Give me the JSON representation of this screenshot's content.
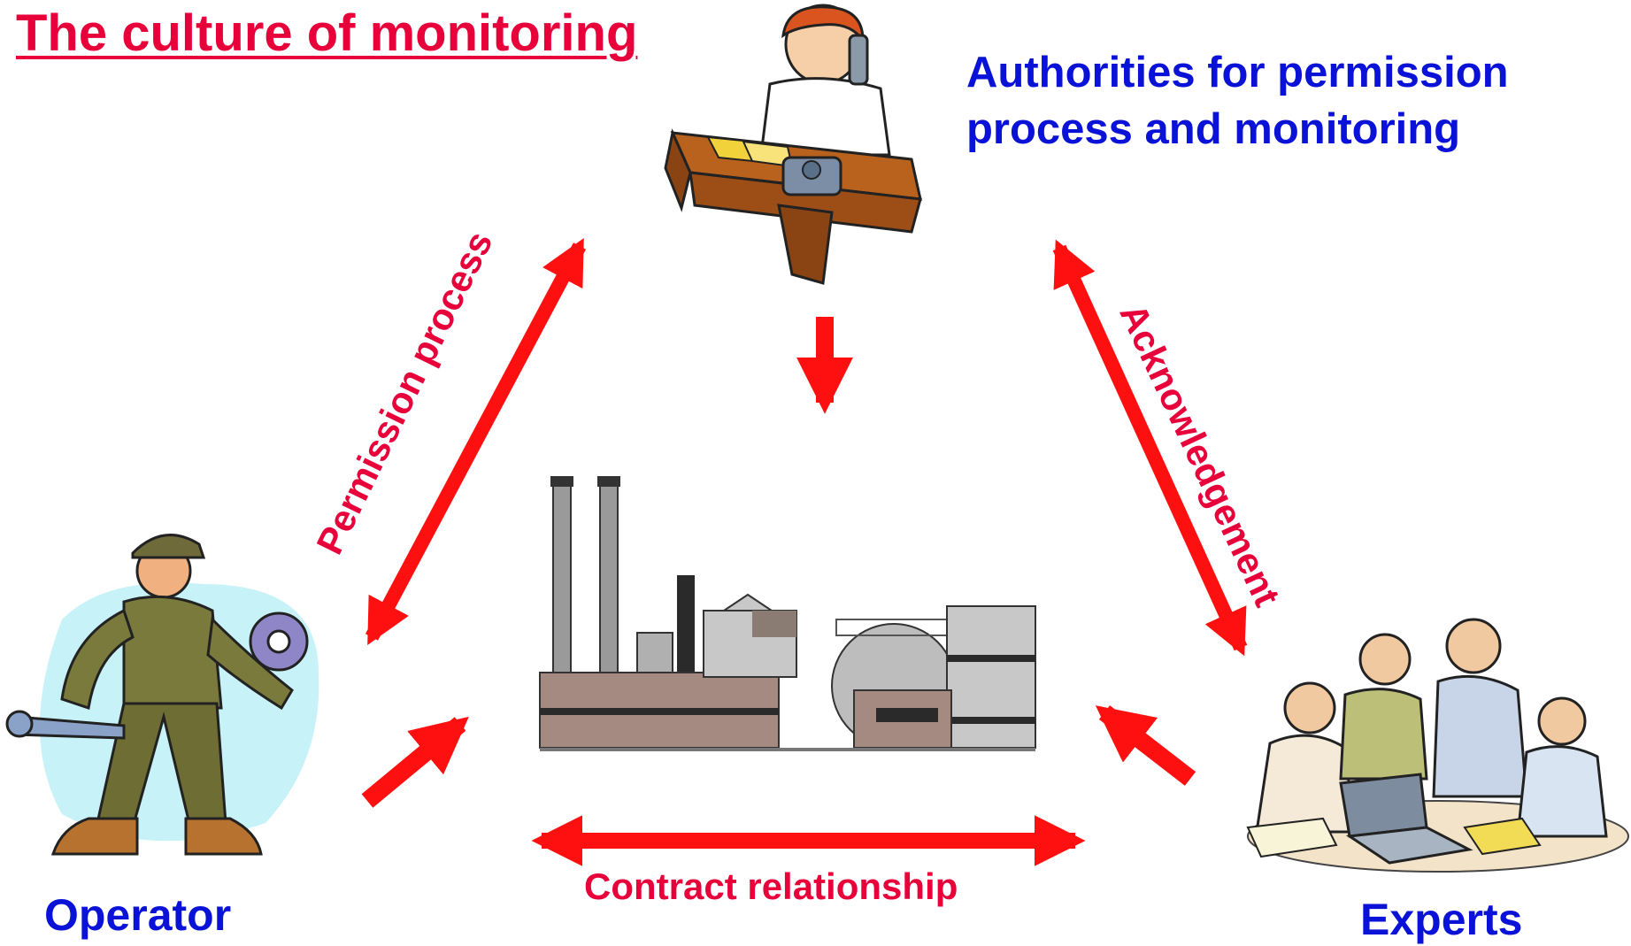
{
  "title": "The culture of monitoring",
  "authorities": {
    "line1": "Authorities for permission",
    "line2": "process and monitoring"
  },
  "operator_label": "Operator",
  "experts_label": "Experts",
  "edges": {
    "permission": "Permission process",
    "acknowledgement": "Acknowledgement",
    "contract": "Contract relationship"
  },
  "colors": {
    "red_text": "#e8003a",
    "blue_text": "#0a12d8",
    "arrow": "#ff1010"
  },
  "icons": {
    "authority": "official-at-desk-phone-icon",
    "operator": "worker-with-wrench-and-gear-icon",
    "experts": "group-of-experts-at-laptop-icon",
    "plant": "industrial-plant-icon"
  }
}
